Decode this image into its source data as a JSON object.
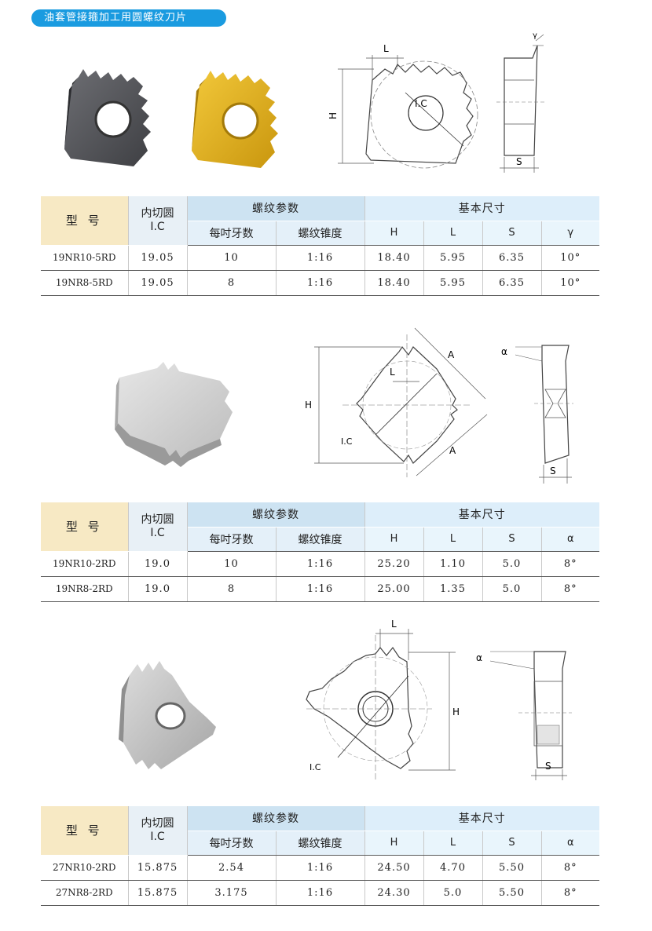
{
  "header": {
    "title": "油套管接箍加工用圆螺纹刀片"
  },
  "colors": {
    "accent": "#1a9be0",
    "dark_insert": "#55565b",
    "gold_insert": "#e2b21a",
    "silver_insert": "#cfcfcf"
  },
  "sections": [
    {
      "labels": {
        "L": "L",
        "H": "H",
        "IC": "I.C",
        "S": "S",
        "angle": "γ"
      },
      "table": {
        "h_model": "型 号",
        "h_ic": [
          "内切圆",
          "I.C"
        ],
        "h_thread": "螺纹参数",
        "h_basic": "基本尺寸",
        "h_tpi": "每吋牙数",
        "h_taper": "螺纹锥度",
        "dims": [
          "H",
          "L",
          "S",
          "γ"
        ],
        "rows": [
          [
            "19NR10-5RD",
            "19.05",
            "10",
            "1:16",
            "18.40",
            "5.95",
            "6.35",
            "10°"
          ],
          [
            "19NR8-5RD",
            "19.05",
            "8",
            "1:16",
            "18.40",
            "5.95",
            "6.35",
            "10°"
          ]
        ]
      }
    },
    {
      "labels": {
        "L": "L",
        "H": "H",
        "IC": "I.C",
        "S": "S",
        "A1": "A",
        "A2": "A",
        "angle": "α"
      },
      "table": {
        "h_model": "型 号",
        "h_ic": [
          "内切圆",
          "I.C"
        ],
        "h_thread": "螺纹参数",
        "h_basic": "基本尺寸",
        "h_tpi": "每吋牙数",
        "h_taper": "螺纹锥度",
        "dims": [
          "H",
          "L",
          "S",
          "α"
        ],
        "rows": [
          [
            "19NR10-2RD",
            "19.0",
            "10",
            "1:16",
            "25.20",
            "1.10",
            "5.0",
            "8°"
          ],
          [
            "19NR8-2RD",
            "19.0",
            "8",
            "1:16",
            "25.00",
            "1.35",
            "5.0",
            "8°"
          ]
        ]
      }
    },
    {
      "labels": {
        "L": "L",
        "H": "H",
        "IC": "I.C",
        "S": "S",
        "angle": "α"
      },
      "table": {
        "h_model": "型 号",
        "h_ic": [
          "内切圆",
          "I.C"
        ],
        "h_thread": "螺纹参数",
        "h_basic": "基本尺寸",
        "h_tpi": "每吋牙数",
        "h_taper": "螺纹锥度",
        "dims": [
          "H",
          "L",
          "S",
          "α"
        ],
        "rows": [
          [
            "27NR10-2RD",
            "15.875",
            "2.54",
            "1:16",
            "24.50",
            "4.70",
            "5.50",
            "8°"
          ],
          [
            "27NR8-2RD",
            "15.875",
            "3.175",
            "1:16",
            "24.30",
            "5.0",
            "5.50",
            "8°"
          ]
        ]
      }
    }
  ]
}
